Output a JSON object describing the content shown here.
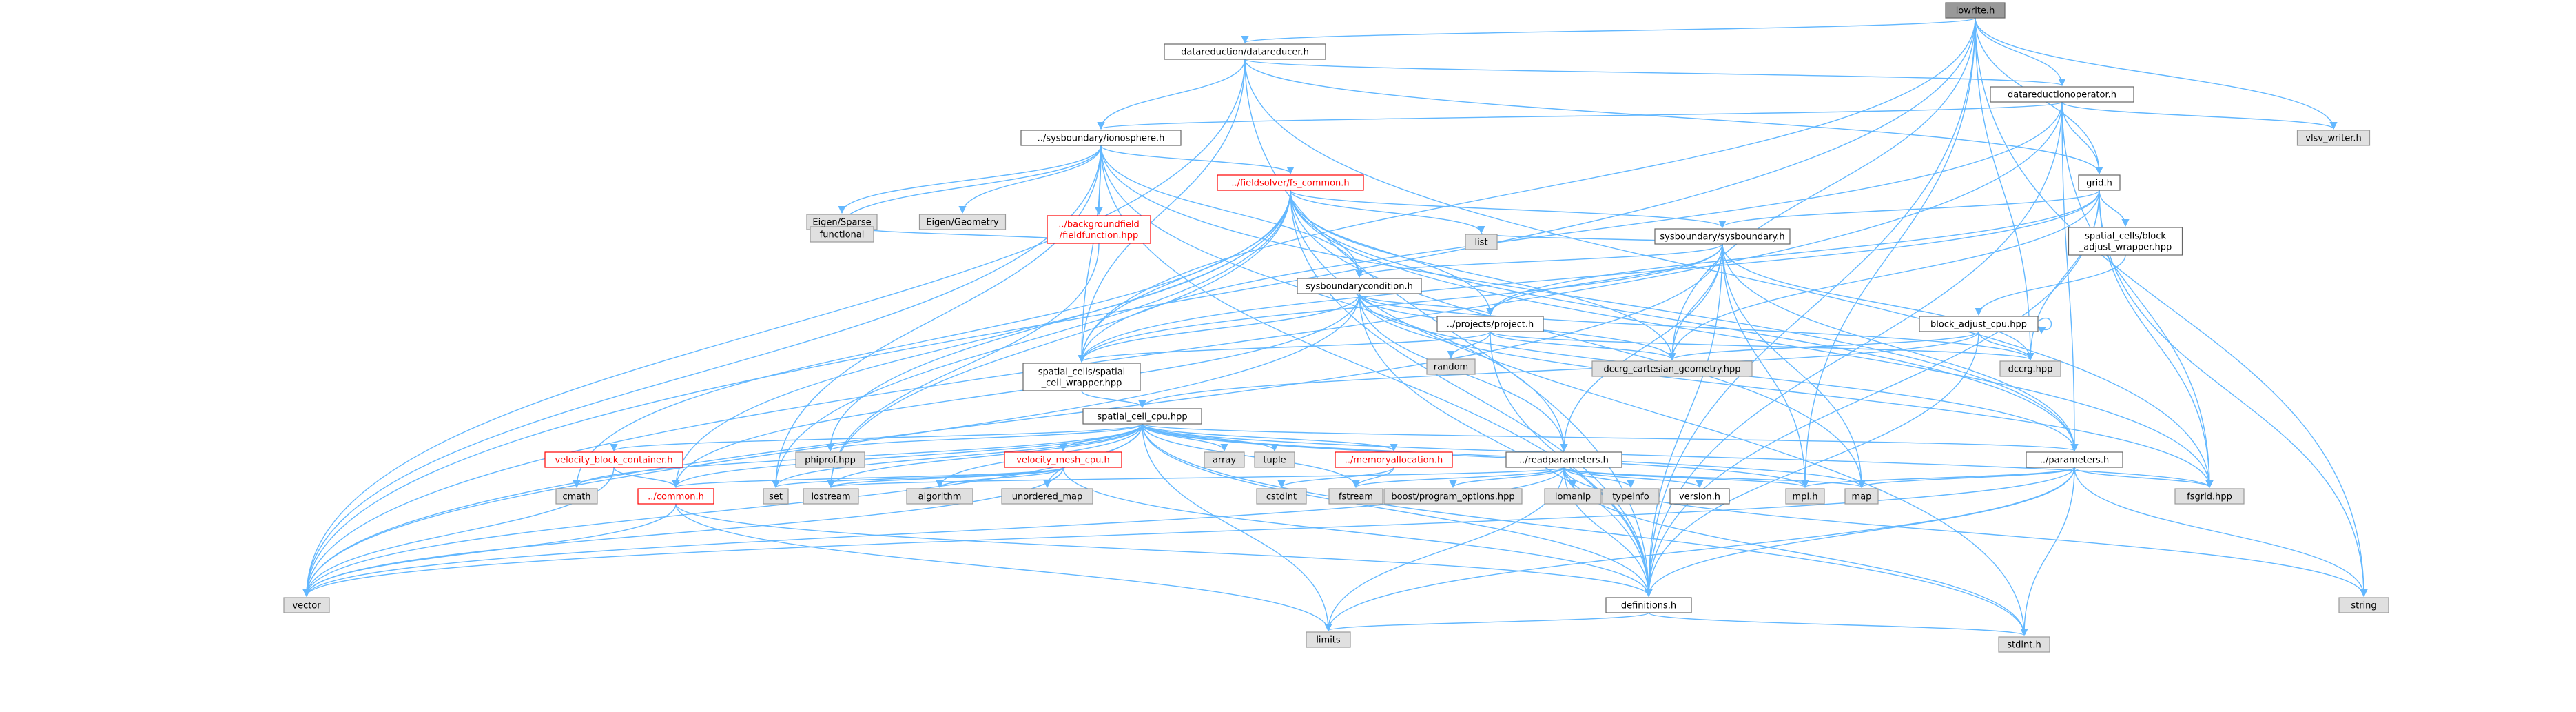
{
  "colors": {
    "edge": "#63b8ff",
    "node_border": "#666666",
    "current_fill": "#999999",
    "external_fill": "#e0e0e0",
    "truncated_border": "#ff0000"
  },
  "nodes": [
    {
      "id": "iowrite",
      "lines": [
        "iowrite.h"
      ],
      "style": "cur"
    },
    {
      "id": "datareducer",
      "lines": [
        "datareduction/datareducer.h"
      ],
      "style": "src"
    },
    {
      "id": "drop",
      "lines": [
        "datareductionoperator.h"
      ],
      "style": "src"
    },
    {
      "id": "ionosphere",
      "lines": [
        "../sysboundary/ionosphere.h"
      ],
      "style": "src"
    },
    {
      "id": "vlsv",
      "lines": [
        "vlsv_writer.h"
      ],
      "style": "ext"
    },
    {
      "id": "grid",
      "lines": [
        "grid.h"
      ],
      "style": "src"
    },
    {
      "id": "eigsparse",
      "lines": [
        "Eigen/Sparse"
      ],
      "style": "ext"
    },
    {
      "id": "eiggeom",
      "lines": [
        "Eigen/Geometry"
      ],
      "style": "ext"
    },
    {
      "id": "bgfield",
      "lines": [
        "../backgroundfield",
        "/fieldfunction.hpp"
      ],
      "style": "trunc"
    },
    {
      "id": "fscommon",
      "lines": [
        "../fieldsolver/fs_common.h"
      ],
      "style": "trunc"
    },
    {
      "id": "functional",
      "lines": [
        "functional"
      ],
      "style": "ext"
    },
    {
      "id": "sysboundary",
      "lines": [
        "sysboundary/sysboundary.h"
      ],
      "style": "src"
    },
    {
      "id": "bawrap",
      "lines": [
        "spatial_cells/block",
        "_adjust_wrapper.hpp"
      ],
      "style": "src"
    },
    {
      "id": "list",
      "lines": [
        "list"
      ],
      "style": "ext"
    },
    {
      "id": "sbcond",
      "lines": [
        "sysboundarycondition.h"
      ],
      "style": "src"
    },
    {
      "id": "bacpu",
      "lines": [
        "block_adjust_cpu.hpp"
      ],
      "style": "src"
    },
    {
      "id": "project",
      "lines": [
        "../projects/project.h"
      ],
      "style": "src"
    },
    {
      "id": "random",
      "lines": [
        "random"
      ],
      "style": "ext"
    },
    {
      "id": "dccrgcart",
      "lines": [
        "dccrg_cartesian_geometry.hpp"
      ],
      "style": "ext"
    },
    {
      "id": "dccrg",
      "lines": [
        "dccrg.hpp"
      ],
      "style": "ext"
    },
    {
      "id": "scwrap",
      "lines": [
        "spatial_cells/spatial",
        "_cell_wrapper.hpp"
      ],
      "style": "src"
    },
    {
      "id": "sccpu",
      "lines": [
        "spatial_cell_cpu.hpp"
      ],
      "style": "src"
    },
    {
      "id": "vbc",
      "lines": [
        "velocity_block_container.h"
      ],
      "style": "trunc"
    },
    {
      "id": "phiprof",
      "lines": [
        "phiprof.hpp"
      ],
      "style": "ext"
    },
    {
      "id": "vmesh",
      "lines": [
        "velocity_mesh_cpu.h"
      ],
      "style": "trunc"
    },
    {
      "id": "array",
      "lines": [
        "array"
      ],
      "style": "ext"
    },
    {
      "id": "tuple",
      "lines": [
        "tuple"
      ],
      "style": "ext"
    },
    {
      "id": "memalloc",
      "lines": [
        "../memoryallocation.h"
      ],
      "style": "trunc"
    },
    {
      "id": "readparams",
      "lines": [
        "../readparameters.h"
      ],
      "style": "src"
    },
    {
      "id": "params",
      "lines": [
        "../parameters.h"
      ],
      "style": "src"
    },
    {
      "id": "cmath",
      "lines": [
        "cmath"
      ],
      "style": "ext"
    },
    {
      "id": "common",
      "lines": [
        "../common.h"
      ],
      "style": "trunc"
    },
    {
      "id": "set",
      "lines": [
        "set"
      ],
      "style": "ext"
    },
    {
      "id": "iostream",
      "lines": [
        "iostream"
      ],
      "style": "ext"
    },
    {
      "id": "algorithm",
      "lines": [
        "algorithm"
      ],
      "style": "ext"
    },
    {
      "id": "umap",
      "lines": [
        "unordered_map"
      ],
      "style": "ext"
    },
    {
      "id": "cstdint",
      "lines": [
        "cstdint"
      ],
      "style": "ext"
    },
    {
      "id": "fstream",
      "lines": [
        "fstream"
      ],
      "style": "ext"
    },
    {
      "id": "boostpo",
      "lines": [
        "boost/program_options.hpp"
      ],
      "style": "ext"
    },
    {
      "id": "iomanip",
      "lines": [
        "iomanip"
      ],
      "style": "ext"
    },
    {
      "id": "typeinfo",
      "lines": [
        "typeinfo"
      ],
      "style": "ext"
    },
    {
      "id": "version",
      "lines": [
        "version.h"
      ],
      "style": "src"
    },
    {
      "id": "mpi",
      "lines": [
        "mpi.h"
      ],
      "style": "ext"
    },
    {
      "id": "map",
      "lines": [
        "map"
      ],
      "style": "ext"
    },
    {
      "id": "fsgrid",
      "lines": [
        "fsgrid.hpp"
      ],
      "style": "ext"
    },
    {
      "id": "vector",
      "lines": [
        "vector"
      ],
      "style": "ext"
    },
    {
      "id": "defs",
      "lines": [
        "definitions.h"
      ],
      "style": "src"
    },
    {
      "id": "string",
      "lines": [
        "string"
      ],
      "style": "ext"
    },
    {
      "id": "limits",
      "lines": [
        "limits"
      ],
      "style": "ext"
    },
    {
      "id": "stdint",
      "lines": [
        "stdint.h"
      ],
      "style": "ext"
    }
  ],
  "edges": [
    [
      "iowrite",
      "datareducer"
    ],
    [
      "iowrite",
      "vlsv"
    ],
    [
      "iowrite",
      "grid"
    ],
    [
      "iowrite",
      "dccrg"
    ],
    [
      "iowrite",
      "dccrgcart"
    ],
    [
      "iowrite",
      "vector"
    ],
    [
      "iowrite",
      "string"
    ],
    [
      "iowrite",
      "mpi"
    ],
    [
      "iowrite",
      "defs"
    ],
    [
      "iowrite",
      "drop"
    ],
    [
      "iowrite",
      "scwrap"
    ],
    [
      "datareducer",
      "drop"
    ],
    [
      "datareducer",
      "ionosphere"
    ],
    [
      "datareducer",
      "vector"
    ],
    [
      "datareducer",
      "grid"
    ],
    [
      "datareducer",
      "fsgrid"
    ],
    [
      "datareducer",
      "defs"
    ],
    [
      "datareducer",
      "scwrap"
    ],
    [
      "drop",
      "ionosphere"
    ],
    [
      "drop",
      "vlsv"
    ],
    [
      "drop",
      "grid"
    ],
    [
      "drop",
      "fsgrid"
    ],
    [
      "drop",
      "params"
    ],
    [
      "drop",
      "vector"
    ],
    [
      "drop",
      "defs"
    ],
    [
      "drop",
      "scwrap"
    ],
    [
      "ionosphere",
      "eigsparse"
    ],
    [
      "ionosphere",
      "eiggeom"
    ],
    [
      "ionosphere",
      "bgfield"
    ],
    [
      "ionosphere",
      "fscommon"
    ],
    [
      "ionosphere",
      "sbcond"
    ],
    [
      "ionosphere",
      "vector"
    ],
    [
      "ionosphere",
      "functional"
    ],
    [
      "ionosphere",
      "scwrap"
    ],
    [
      "ionosphere",
      "readparams"
    ],
    [
      "ionosphere",
      "params"
    ],
    [
      "ionosphere",
      "set"
    ],
    [
      "ionosphere",
      "defs"
    ],
    [
      "bgfield",
      "functional"
    ],
    [
      "bgfield",
      "iostream"
    ],
    [
      "fscommon",
      "list"
    ],
    [
      "fscommon",
      "sbcond"
    ],
    [
      "fscommon",
      "sysboundary"
    ],
    [
      "fscommon",
      "project"
    ],
    [
      "fscommon",
      "phiprof"
    ],
    [
      "fscommon",
      "cmath"
    ],
    [
      "fscommon",
      "set"
    ],
    [
      "fscommon",
      "iostream"
    ],
    [
      "fscommon",
      "fsgrid"
    ],
    [
      "fscommon",
      "params"
    ],
    [
      "fscommon",
      "common"
    ],
    [
      "fscommon",
      "defs"
    ],
    [
      "fscommon",
      "scwrap"
    ],
    [
      "fscommon",
      "map"
    ],
    [
      "fscommon",
      "stdint"
    ],
    [
      "fscommon",
      "dccrgcart"
    ],
    [
      "grid",
      "sysboundary"
    ],
    [
      "grid",
      "bawrap"
    ],
    [
      "grid",
      "project"
    ],
    [
      "grid",
      "dccrg"
    ],
    [
      "grid",
      "dccrgcart"
    ],
    [
      "grid",
      "fsgrid"
    ],
    [
      "grid",
      "scwrap"
    ],
    [
      "grid",
      "string"
    ],
    [
      "grid",
      "defs"
    ],
    [
      "bawrap",
      "bacpu"
    ],
    [
      "bacpu",
      "bacpu"
    ],
    [
      "bacpu",
      "dccrg"
    ],
    [
      "bacpu",
      "dccrgcart"
    ],
    [
      "bacpu",
      "sccpu"
    ],
    [
      "bacpu",
      "defs"
    ],
    [
      "sysboundary",
      "list"
    ],
    [
      "sysboundary",
      "sbcond"
    ],
    [
      "sysboundary",
      "project"
    ],
    [
      "sysboundary",
      "readparams"
    ],
    [
      "sysboundary",
      "params"
    ],
    [
      "sysboundary",
      "vector"
    ],
    [
      "sysboundary",
      "map"
    ],
    [
      "sysboundary",
      "mpi"
    ],
    [
      "sysboundary",
      "dccrg"
    ],
    [
      "sysboundary",
      "dccrgcart"
    ],
    [
      "sysboundary",
      "scwrap"
    ],
    [
      "sysboundary",
      "defs"
    ],
    [
      "sbcond",
      "project"
    ],
    [
      "sbcond",
      "dccrg"
    ],
    [
      "sbcond",
      "dccrgcart"
    ],
    [
      "sbcond",
      "scwrap"
    ],
    [
      "sbcond",
      "vector"
    ],
    [
      "sbcond",
      "fsgrid"
    ],
    [
      "sbcond",
      "params"
    ],
    [
      "sbcond",
      "defs"
    ],
    [
      "sbcond",
      "common"
    ],
    [
      "sbcond",
      "readparams"
    ],
    [
      "project",
      "random"
    ],
    [
      "project",
      "dccrg"
    ],
    [
      "project",
      "dccrgcart"
    ],
    [
      "project",
      "scwrap"
    ],
    [
      "project",
      "defs"
    ],
    [
      "scwrap",
      "sccpu"
    ],
    [
      "sccpu",
      "vbc"
    ],
    [
      "sccpu",
      "phiprof"
    ],
    [
      "sccpu",
      "vmesh"
    ],
    [
      "sccpu",
      "array"
    ],
    [
      "sccpu",
      "tuple"
    ],
    [
      "sccpu",
      "memalloc"
    ],
    [
      "sccpu",
      "params"
    ],
    [
      "sccpu",
      "cmath"
    ],
    [
      "sccpu",
      "common"
    ],
    [
      "sccpu",
      "set"
    ],
    [
      "sccpu",
      "iostream"
    ],
    [
      "sccpu",
      "umap"
    ],
    [
      "sccpu",
      "vector"
    ],
    [
      "sccpu",
      "limits"
    ],
    [
      "sccpu",
      "mpi"
    ],
    [
      "sccpu",
      "map"
    ],
    [
      "sccpu",
      "fsgrid"
    ],
    [
      "sccpu",
      "fstream"
    ],
    [
      "sccpu",
      "defs"
    ],
    [
      "sccpu",
      "stdint"
    ],
    [
      "sccpu",
      "algorithm"
    ],
    [
      "vbc",
      "common"
    ],
    [
      "vbc",
      "vector"
    ],
    [
      "vmesh",
      "common"
    ],
    [
      "vmesh",
      "algorithm"
    ],
    [
      "vmesh",
      "umap"
    ],
    [
      "vmesh",
      "set"
    ],
    [
      "vmesh",
      "iostream"
    ],
    [
      "vmesh",
      "vector"
    ],
    [
      "vmesh",
      "defs"
    ],
    [
      "memalloc",
      "cstdint"
    ],
    [
      "memalloc",
      "fstream"
    ],
    [
      "readparams",
      "boostpo"
    ],
    [
      "readparams",
      "iomanip"
    ],
    [
      "readparams",
      "typeinfo"
    ],
    [
      "readparams",
      "version"
    ],
    [
      "readparams",
      "mpi"
    ],
    [
      "readparams",
      "map"
    ],
    [
      "readparams",
      "string"
    ],
    [
      "readparams",
      "vector"
    ],
    [
      "readparams",
      "limits"
    ],
    [
      "readparams",
      "stdint"
    ],
    [
      "readparams",
      "fstream"
    ],
    [
      "readparams",
      "iostream"
    ],
    [
      "readparams",
      "defs"
    ],
    [
      "params",
      "fsgrid"
    ],
    [
      "params",
      "defs"
    ],
    [
      "params",
      "vector"
    ],
    [
      "params",
      "string"
    ],
    [
      "params",
      "limits"
    ],
    [
      "params",
      "stdint"
    ],
    [
      "params",
      "map"
    ],
    [
      "params",
      "mpi"
    ],
    [
      "common",
      "defs"
    ],
    [
      "common",
      "limits"
    ],
    [
      "common",
      "vector"
    ],
    [
      "defs",
      "stdint"
    ],
    [
      "defs",
      "limits"
    ]
  ]
}
